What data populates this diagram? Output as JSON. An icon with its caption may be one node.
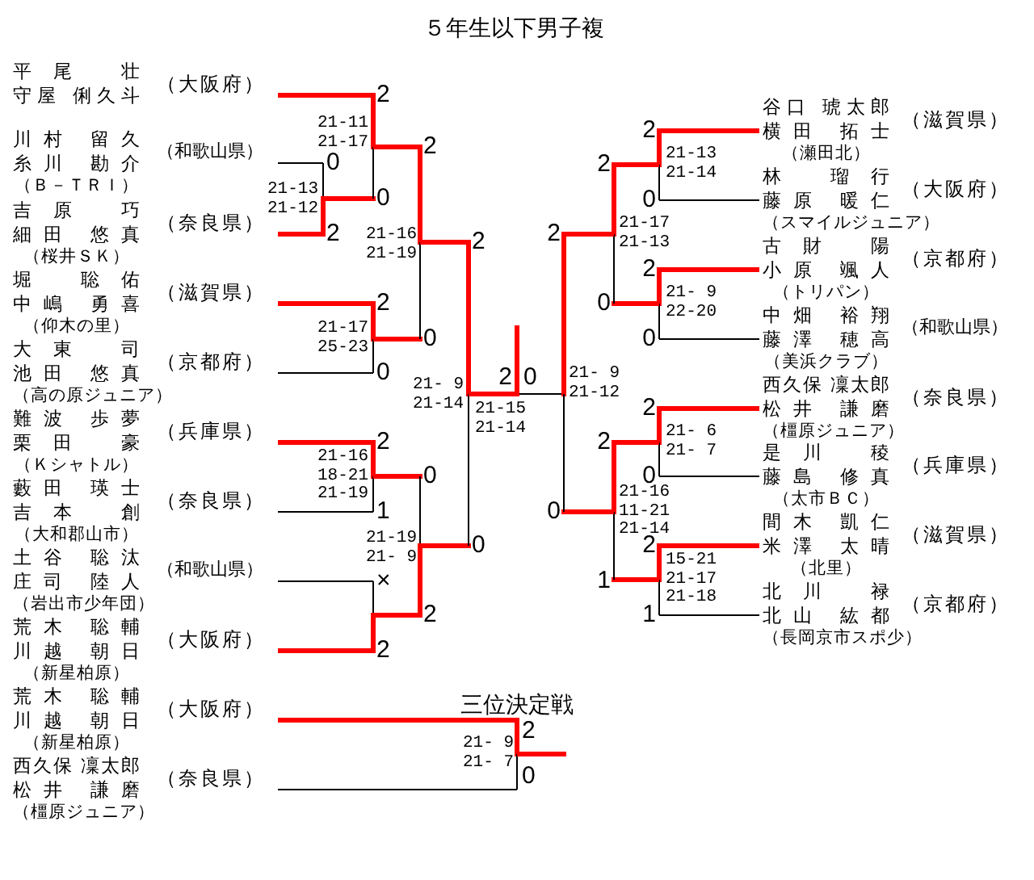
{
  "diagram": {
    "title": "５年生以下男子複",
    "nodes": [
      {
        "text": [
          "平尾 壮",
          "守屋 俐久斗"
        ],
        "beside": [
          "（大阪府）"
        ]
      },
      {
        "text": [
          "川村 留久",
          "糸川 勘介",
          "（Ｂ－ＴＲＩ）"
        ],
        "beside": [
          "（和歌山県）"
        ]
      },
      {
        "text": [
          "吉原 巧",
          "細田 悠真",
          "（桜井ＳＫ）"
        ],
        "beside": [
          "（奈良県）"
        ]
      },
      {
        "text": [
          "堀 聡佑",
          "中嶋 勇喜",
          "（仰木の里）"
        ],
        "beside": [
          "（滋賀県）"
        ]
      },
      {
        "text": [
          "大東 司",
          "池田 悠真",
          "（高の原ジュニア）"
        ],
        "beside": [
          "（京都府）"
        ]
      },
      {
        "text": [
          "難波 歩夢",
          "栗田 豪",
          "（Ｋシャトル）"
        ],
        "beside": [
          "（兵庫県）"
        ]
      },
      {
        "text": [
          "藪田 瑛士",
          "吉本 創",
          "（大和郡山市）"
        ],
        "beside": [
          "（奈良県）"
        ]
      },
      {
        "text": [
          "土谷 聡汰",
          "庄司 陸人",
          "（岩出市少年団）"
        ],
        "beside": [
          "（和歌山県）"
        ]
      },
      {
        "text": [
          "荒木 聡輔",
          "川越 朝日",
          "（新星柏原）"
        ],
        "beside": [
          "（大阪府）"
        ]
      },
      {
        "text": [
          "荒木 聡輔",
          "川越 朝日",
          "（新星柏原）"
        ],
        "beside": [
          "（大阪府）"
        ]
      },
      {
        "text": [
          "西久保 凜太郎",
          "松井 謙磨",
          "（橿原ジュニア）"
        ],
        "beside": [
          "（奈良県）"
        ]
      },
      {
        "text": [
          "谷口 琥太郎",
          "横田 拓士",
          "（瀬田北）"
        ],
        "beside": [
          "（滋賀県）"
        ]
      },
      {
        "text": [
          "林 瑠行",
          "藤原 暖仁",
          "（スマイルジュニア）"
        ],
        "beside": [
          "（大阪府）"
        ]
      },
      {
        "text": [
          "古財 陽",
          "小原 颯人",
          "（トリパン）"
        ],
        "beside": [
          "（京都府）"
        ]
      },
      {
        "text": [
          "中畑 裕翔",
          "藤澤 穂高",
          "（美浜クラブ）"
        ],
        "beside": [
          "（和歌山県）"
        ]
      },
      {
        "text": [
          "西久保 凜太郎",
          "松井 謙磨",
          "（橿原ジュニア）"
        ],
        "beside": [
          "（奈良県）"
        ]
      },
      {
        "text": [
          "是川 稜",
          "藤島 修真",
          "（太市ＢＣ）"
        ],
        "beside": [
          "（兵庫県）"
        ]
      },
      {
        "text": [
          "間木 凱仁",
          "米澤 太晴",
          "（北里）"
        ],
        "beside": [
          "（滋賀県）"
        ]
      },
      {
        "text": [
          "北川 禄",
          "北山 紘都",
          "（長岡京市スポ少）"
        ],
        "beside": [
          "（京都府）"
        ]
      }
    ],
    "labels": [
      "2",
      "0",
      "21-11 21-17",
      "0",
      "2",
      "21-13 21-12",
      "2",
      "0",
      "21-16 21-19",
      "2",
      "0",
      "21-17 25-23",
      "2",
      "0",
      "21- 9 21-14",
      "2",
      "1",
      "21-16 18-21 21-19",
      "0",
      "2",
      "21-19 21- 9",
      "×",
      "2",
      "2",
      "0",
      "21-15 21-14",
      "2",
      "0",
      "21- 9 21-12",
      "2",
      "0",
      "21-17 21-13",
      "2",
      "0",
      "21-13 21-14",
      "2",
      "0",
      "21- 9 22-20",
      "2",
      "1",
      "21-16 11-21 21-14",
      "2",
      "0",
      "21- 6 21- 7",
      "2",
      "1",
      "15-21 21-17 21-18",
      "三位決定戦",
      "2",
      "0",
      "21- 9 21- 7"
    ]
  }
}
